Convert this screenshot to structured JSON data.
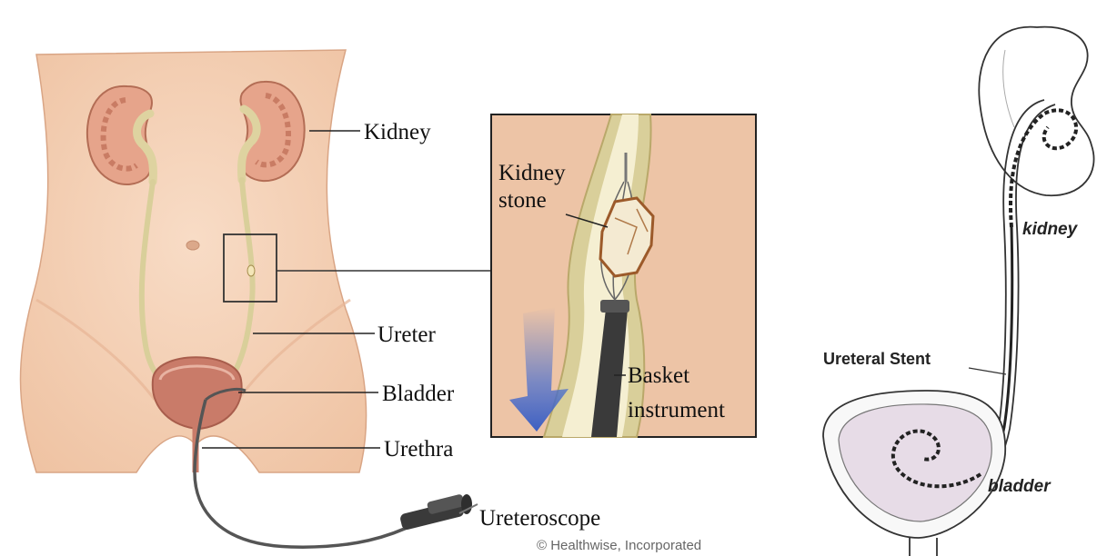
{
  "left_figure": {
    "labels": {
      "kidney": "Kidney",
      "ureter": "Ureter",
      "bladder": "Bladder",
      "urethra": "Urethra",
      "ureteroscope": "Ureteroscope"
    },
    "inset": {
      "kidney_stone_line1": "Kidney",
      "kidney_stone_line2": "stone",
      "basket_line1": "Basket",
      "basket_line2": "instrument"
    },
    "credit": "© Healthwise, Incorporated"
  },
  "right_figure": {
    "kidney": "kidney",
    "ureteral_stent": "Ureteral Stent",
    "bladder": "bladder"
  },
  "colors": {
    "skin": "#f6d2b8",
    "skin_shadow": "#e9b898",
    "kidney": "#e3a58c",
    "ureter": "#dfd6a6",
    "bladder": "#c87a68",
    "inset_bg": "#edc4a6",
    "arrow": "#4a6fcf"
  }
}
